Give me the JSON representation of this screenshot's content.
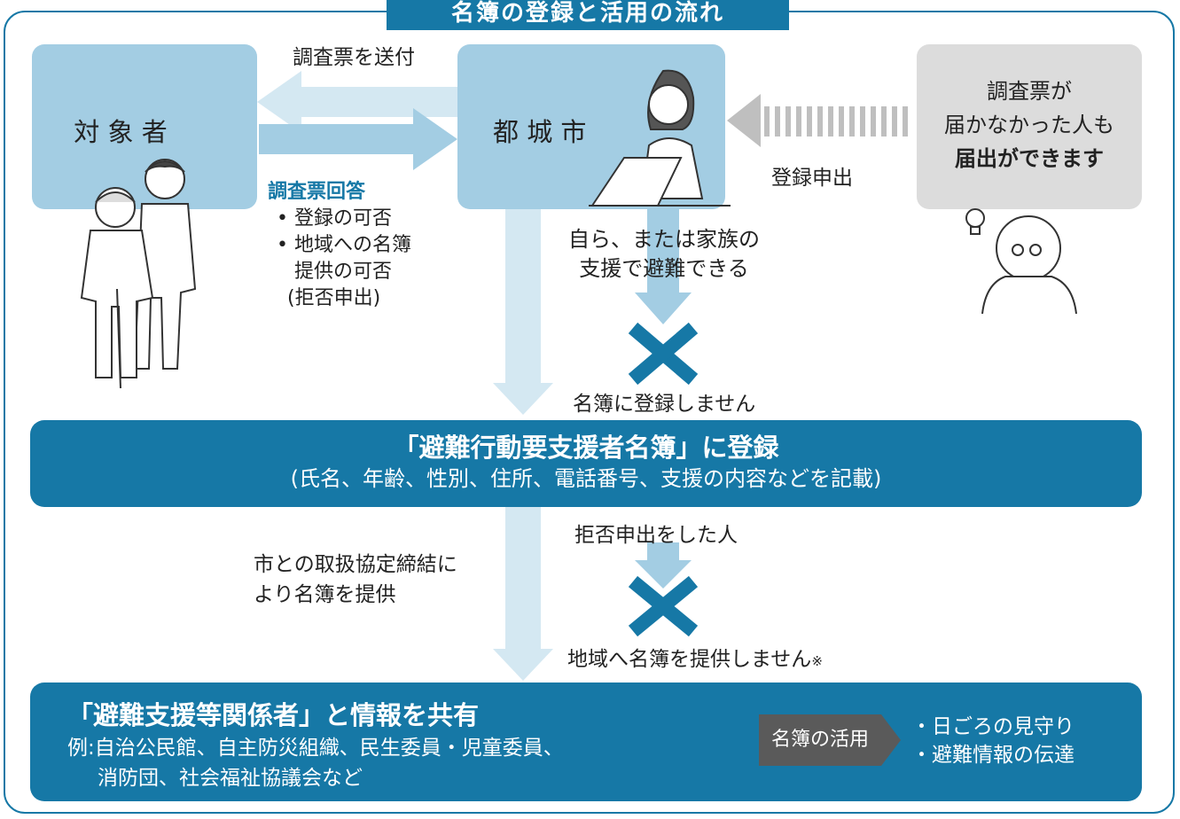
{
  "title": "名簿の登録と活用の流れ",
  "colors": {
    "primary": "#1678a6",
    "light": "#a3cde3",
    "gray": "#dcdcdc",
    "tag": "#5a5a5a"
  },
  "boxes": {
    "subject": "対 象 者",
    "city": "都 城 市",
    "other_lines": [
      "調査票が",
      "届かなかった人も",
      "届出ができます"
    ]
  },
  "arrows": {
    "send_survey": "調査票を送付",
    "register_request": "登録申出"
  },
  "survey_answer": {
    "heading": "調査票回答",
    "items": [
      "登録の可否",
      "地域への名簿",
      "提供の可否"
    ],
    "sub": "(拒否申出)"
  },
  "self_evac": [
    "自ら、または家族の",
    "支援で避難できる"
  ],
  "not_registered": "名簿に登録しません",
  "register_box": {
    "title": "「避難行動要支援者名簿」に登録",
    "sub": "(氏名、年齢、性別、住所、電話番号、支援の内容などを記載)"
  },
  "refusal": "拒否申出をした人",
  "agreement": [
    "市との取扱協定締結に",
    "より名簿を提供"
  ],
  "not_provided": "地域へ名簿を提供しません",
  "not_provided_mark": "※",
  "share_box": {
    "title": "「避難支援等関係者」と情報を共有",
    "example1": "例:自治公民館、自主防災組織、民生委員・児童委員、",
    "example2": "消防団、社会福祉協議会など",
    "tag": "名簿の活用",
    "uses": [
      "・日ごろの見守り",
      "・避難情報の伝達"
    ]
  }
}
